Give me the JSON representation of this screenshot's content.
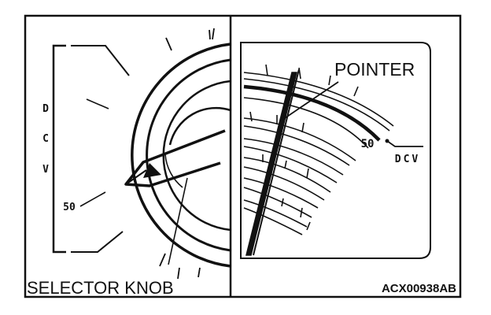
{
  "figure": {
    "left_panel": {
      "range_letters": [
        "D",
        "C",
        "V"
      ],
      "dial_value": "50",
      "caption": "SELECTOR KNOB"
    },
    "right_panel": {
      "pointer_label": "POINTER",
      "scale_value": "50",
      "unit_label": "DCV",
      "figure_code": "ACX00938AB"
    }
  },
  "colors": {
    "ink": "#111111",
    "paper": "#ffffff"
  }
}
